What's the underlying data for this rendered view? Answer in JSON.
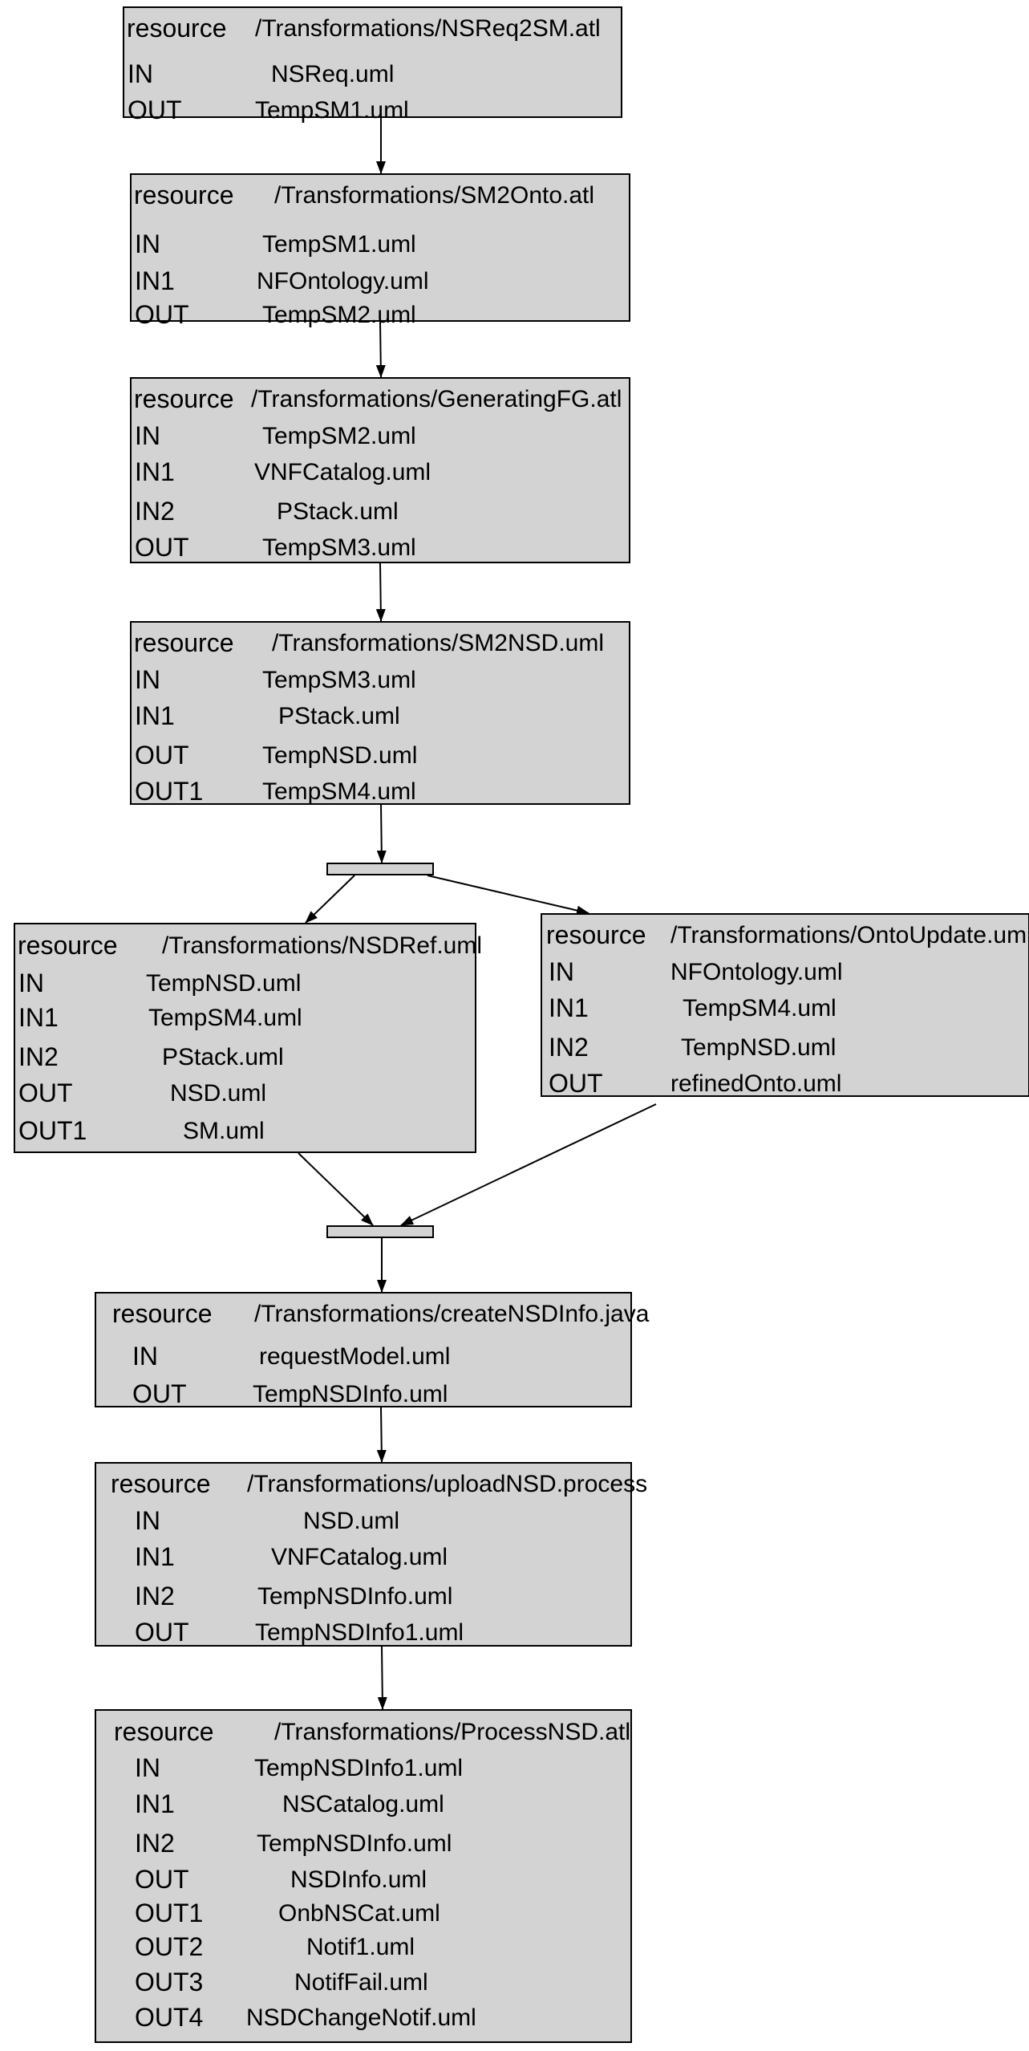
{
  "nodes": [
    {
      "id": "nsreq2sm",
      "resource": "/Transformations/NSReq2SM.atl",
      "ports": [
        {
          "label": "IN",
          "value": "NSReq.uml"
        },
        {
          "label": "OUT",
          "value": "TempSM1.uml"
        }
      ]
    },
    {
      "id": "sm2onto",
      "resource": "/Transformations/SM2Onto.atl",
      "ports": [
        {
          "label": "IN",
          "value": "TempSM1.uml"
        },
        {
          "label": "IN1",
          "value": "NFOntology.uml"
        },
        {
          "label": "OUT",
          "value": "TempSM2.uml"
        }
      ]
    },
    {
      "id": "generatingfg",
      "resource": "/Transformations/GeneratingFG.atl",
      "ports": [
        {
          "label": "IN",
          "value": "TempSM2.uml"
        },
        {
          "label": "IN1",
          "value": "VNFCatalog.uml"
        },
        {
          "label": "IN2",
          "value": "PStack.uml"
        },
        {
          "label": "OUT",
          "value": "TempSM3.uml"
        }
      ]
    },
    {
      "id": "sm2nsd",
      "resource": "/Transformations/SM2NSD.uml",
      "ports": [
        {
          "label": "IN",
          "value": "TempSM3.uml"
        },
        {
          "label": "IN1",
          "value": "PStack.uml"
        },
        {
          "label": "OUT",
          "value": "TempNSD.uml"
        },
        {
          "label": "OUT1",
          "value": "TempSM4.uml"
        }
      ]
    },
    {
      "id": "nsdref",
      "resource": "/Transformations/NSDRef.uml",
      "ports": [
        {
          "label": "IN",
          "value": "TempNSD.uml"
        },
        {
          "label": "IN1",
          "value": "TempSM4.uml"
        },
        {
          "label": "IN2",
          "value": "PStack.uml"
        },
        {
          "label": "OUT",
          "value": "NSD.uml"
        },
        {
          "label": "OUT1",
          "value": "SM.uml"
        }
      ]
    },
    {
      "id": "ontoupdate",
      "resource": "/Transformations/OntoUpdate.uml",
      "ports": [
        {
          "label": "IN",
          "value": "NFOntology.uml"
        },
        {
          "label": "IN1",
          "value": "TempSM4.uml"
        },
        {
          "label": "IN2",
          "value": "TempNSD.uml"
        },
        {
          "label": "OUT",
          "value": "refinedOnto.uml"
        }
      ]
    },
    {
      "id": "creatensdinfo",
      "resource": "/Transformations/createNSDInfo.java",
      "ports": [
        {
          "label": "IN",
          "value": "requestModel.uml"
        },
        {
          "label": "OUT",
          "value": "TempNSDInfo.uml"
        }
      ]
    },
    {
      "id": "uploadnsd",
      "resource": "/Transformations/uploadNSD.process",
      "ports": [
        {
          "label": "IN",
          "value": "NSD.uml"
        },
        {
          "label": "IN1",
          "value": "VNFCatalog.uml"
        },
        {
          "label": "IN2",
          "value": "TempNSDInfo.uml"
        },
        {
          "label": "OUT",
          "value": "TempNSDInfo1.uml"
        }
      ]
    },
    {
      "id": "processnsd",
      "resource": "/Transformations/ProcessNSD.atl",
      "ports": [
        {
          "label": "IN",
          "value": "TempNSDInfo1.uml"
        },
        {
          "label": "IN1",
          "value": "NSCatalog.uml"
        },
        {
          "label": "IN2",
          "value": "TempNSDInfo.uml"
        },
        {
          "label": "OUT",
          "value": "NSDInfo.uml"
        },
        {
          "label": "OUT1",
          "value": "OnbNSCat.uml"
        },
        {
          "label": "OUT2",
          "value": "Notif1.uml"
        },
        {
          "label": "OUT3",
          "value": "NotifFail.uml"
        },
        {
          "label": "OUT4",
          "value": "NSDChangeNotif.uml"
        }
      ]
    }
  ],
  "resource_label": "resource",
  "edges": [
    {
      "from": "nsreq2sm",
      "to": "sm2onto"
    },
    {
      "from": "sm2onto",
      "to": "generatingfg"
    },
    {
      "from": "generatingfg",
      "to": "sm2nsd"
    },
    {
      "from": "sm2nsd",
      "to": "fork-bar"
    },
    {
      "from": "fork-bar",
      "to": "nsdref"
    },
    {
      "from": "fork-bar",
      "to": "ontoupdate"
    },
    {
      "from": "nsdref",
      "to": "join-bar"
    },
    {
      "from": "ontoupdate",
      "to": "join-bar"
    },
    {
      "from": "join-bar",
      "to": "creatensdinfo"
    },
    {
      "from": "creatensdinfo",
      "to": "uploadnsd"
    },
    {
      "from": "uploadnsd",
      "to": "processnsd"
    }
  ],
  "colors": {
    "node_fill": "#d3d3d3",
    "stroke": "#000000",
    "background": "#ffffff"
  }
}
